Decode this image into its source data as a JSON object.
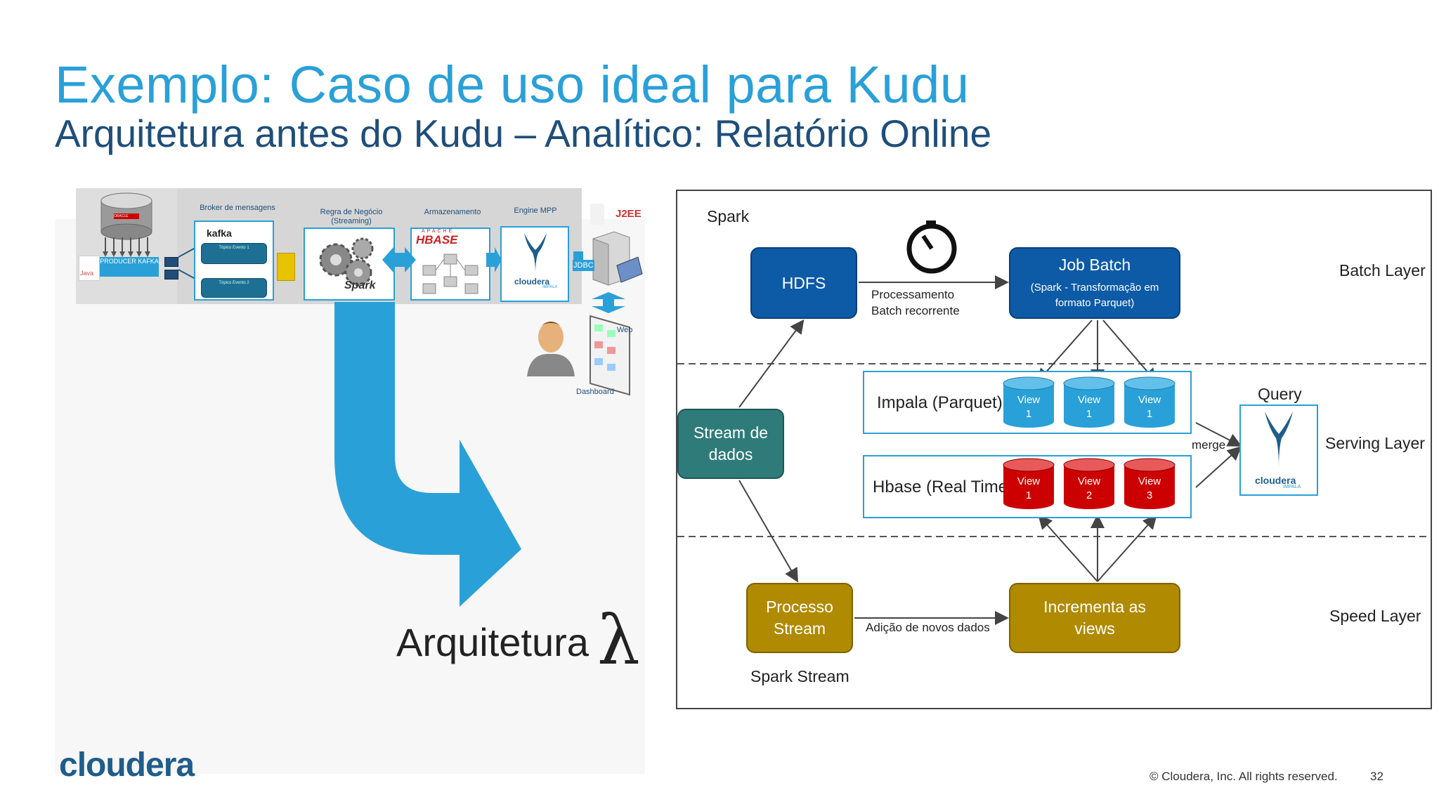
{
  "slide": {
    "title": "Exemplo: Caso de uso ideal para Kudu",
    "subtitle": "Arquitetura antes do Kudu  – Analítico: Relatório Online",
    "page_number": "32",
    "copyright": "© Cloudera, Inc. All rights reserved.",
    "footer_logo": "cloudera"
  },
  "pipeline": {
    "database_badge": "ORACLE",
    "java_label": "Java",
    "producer_label": "PRODUCER KAFKA",
    "broker_label": "Broker de mensagens",
    "kafka_label": "kafka",
    "topic1_label": "Tópico Evento 1",
    "topic2_label": "Tópico Evento 2",
    "business_rule_label": "Regra de Negócio (Streaming)",
    "spark_label": "Spark",
    "storage_label": "Armazenamento",
    "apache_label": "APACHE",
    "hbase_label": "HBASE",
    "engine_label": "Engine MPP",
    "cloudera_label": "cloudera",
    "impala_label": "IMPALA",
    "j2ee_label": "J2EE",
    "jdbc_label": "JDBC",
    "web_label": "Web",
    "dashboard_label": "Dashboard"
  },
  "lambda": {
    "text": "Arquitetura",
    "symbol": "λ"
  },
  "diagram": {
    "spark_label": "Spark",
    "spark_stream_label": "Spark Stream",
    "hdfs": "HDFS",
    "job_batch_title": "Job Batch",
    "job_batch_sub": "(Spark - Transformação em formato Parquet)",
    "batch_process_label_1": "Processamento",
    "batch_process_label_2": "Batch recorrente",
    "stream_de_dados": "Stream de dados",
    "processo_stream": "Processo Stream",
    "incrementa": "Incrementa as views",
    "adicao": "Adição de novos dados",
    "impala_row": "Impala (Parquet)",
    "hbase_row": "Hbase (Real Time)",
    "query": "Query",
    "merge": "merge",
    "layers": {
      "batch": "Batch Layer",
      "serving": "Serving Layer",
      "speed": "Speed Layer"
    },
    "impala_views": [
      {
        "name": "View",
        "num": "1"
      },
      {
        "name": "View",
        "num": "1"
      },
      {
        "name": "View",
        "num": "1"
      }
    ],
    "hbase_views": [
      {
        "name": "View",
        "num": "1"
      },
      {
        "name": "View",
        "num": "2"
      },
      {
        "name": "View",
        "num": "3"
      }
    ],
    "query_logo": "cloudera",
    "query_logo_sub": "IMPALA"
  },
  "colors": {
    "title": "#2aa0d8",
    "subtitle": "#1f4e79",
    "batch_node": "#0d5aa7",
    "stream_node": "#2e7b7a",
    "speed_node": "#b08a00",
    "impala_view": "#2aa0d8",
    "hbase_view": "#cc0000",
    "arrow": "#2aa0d8"
  }
}
